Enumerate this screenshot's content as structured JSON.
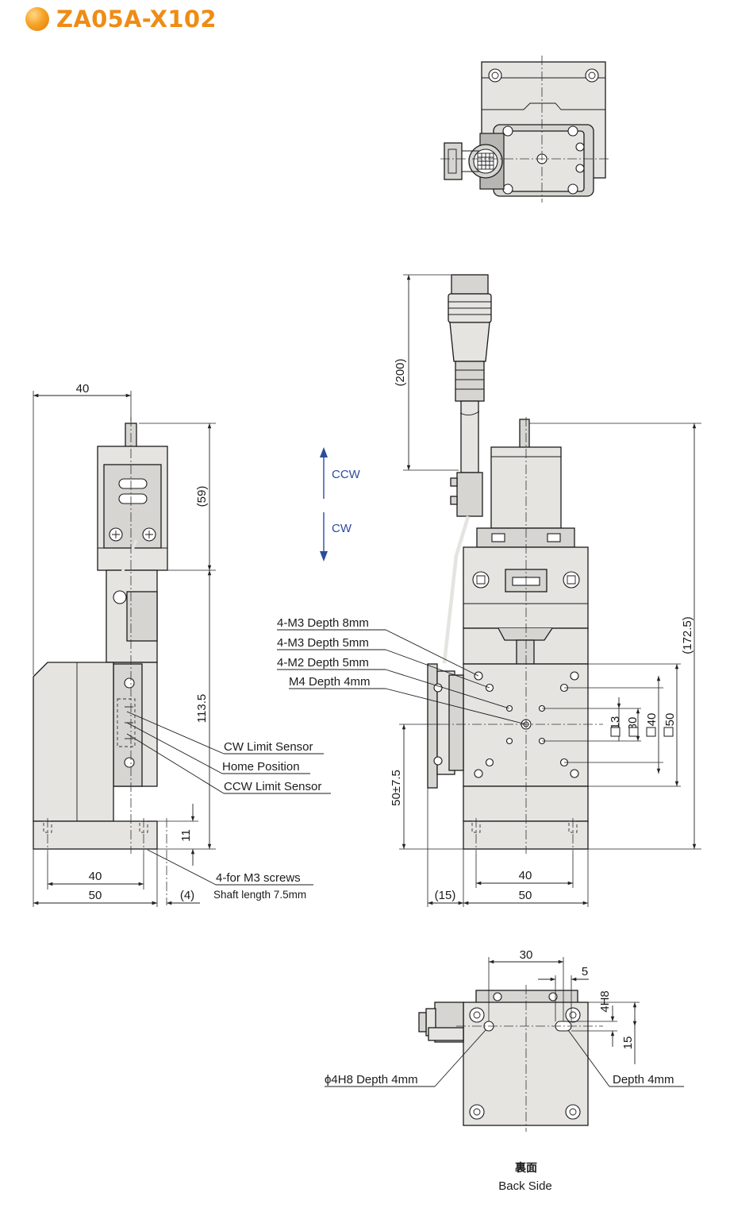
{
  "title": "ZA05A-X102",
  "direction": {
    "ccw": "CCW",
    "cw": "CW"
  },
  "side_view": {
    "dims": {
      "top_width": "40",
      "motor_height": "(59)",
      "stage_height": "113.5",
      "base_height": "11",
      "hole_pitch": "40",
      "base_width": "50",
      "shaft_offset": "(4)"
    },
    "labels": {
      "cw_limit": "CW Limit Sensor",
      "home": "Home Position",
      "ccw_limit": "CCW Limit Sensor",
      "screws": "4-for M3 screws",
      "shaft": "Shaft length 7.5mm"
    }
  },
  "front_view": {
    "dims": {
      "cable_length": "(200)",
      "total_height": "(172.5)",
      "table_height": "50±7.5",
      "cable_offset": "(15)",
      "hole_pitch": "40",
      "base_width": "50",
      "sq13": "13",
      "sq30": "30",
      "sq40": "40",
      "sq50": "50"
    },
    "labels": {
      "m3_depth8": "4-M3 Depth 8mm",
      "m3_depth5": "4-M3 Depth 5mm",
      "m2_depth5": "4-M2 Depth 5mm",
      "m4_depth4": "M4 Depth 4mm"
    }
  },
  "back_view": {
    "dims": {
      "d30": "30",
      "d5": "5",
      "d4h8": "4H8",
      "d15": "15"
    },
    "labels": {
      "phi_hole": "ϕ4H8 Depth 4mm",
      "slot": "Depth 4mm",
      "caption_jp": "裏面",
      "caption_en": "Back Side"
    }
  }
}
